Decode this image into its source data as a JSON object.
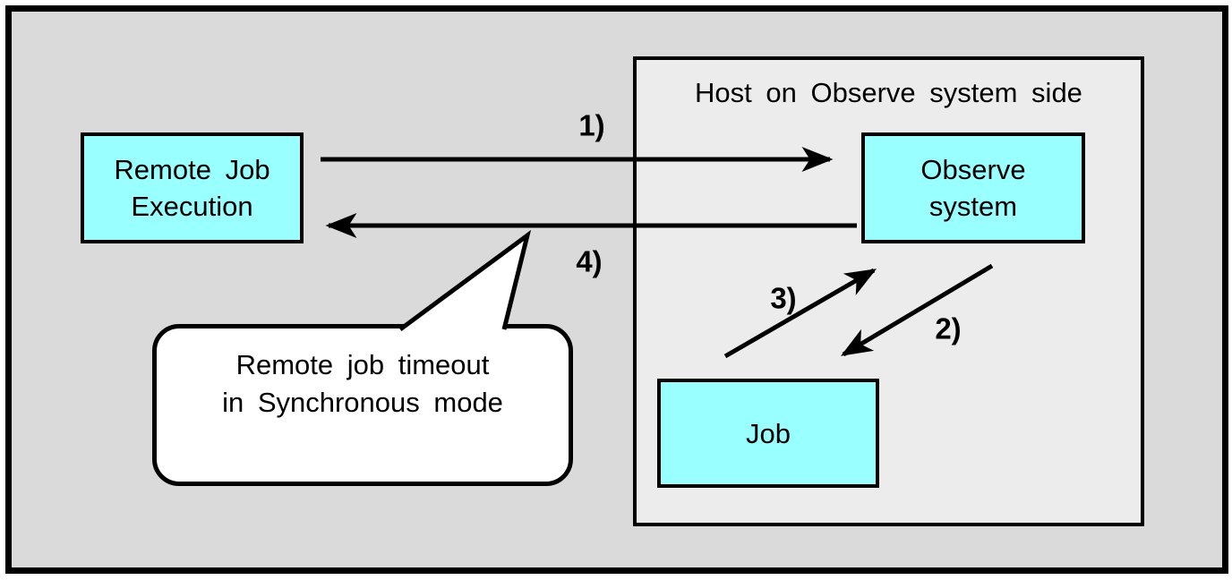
{
  "host": {
    "title": "Host on Observe system side"
  },
  "boxes": {
    "remote": {
      "line1": "Remote Job",
      "line2": "Execution"
    },
    "observe": {
      "line1": "Observe",
      "line2": "system"
    },
    "job": {
      "label": "Job"
    }
  },
  "arrows": {
    "a1": {
      "label": "1)",
      "from": "Remote Job Execution",
      "to": "Observe system"
    },
    "a2": {
      "label": "2)",
      "from": "Observe system",
      "to": "Job"
    },
    "a3": {
      "label": "3)",
      "from": "Job",
      "to": "Observe system"
    },
    "a4": {
      "label": "4)",
      "from": "Observe system",
      "to": "Remote Job Execution"
    }
  },
  "callout": {
    "line1": "Remote job timeout",
    "line2": "in Synchronous mode"
  },
  "colors": {
    "line": "#000000",
    "text": "#000000",
    "box_fill": "#99FFFF",
    "outer_bg": "#DADADA",
    "host_bg": "#ECECEC",
    "callout_bg": "#FFFFFF"
  }
}
